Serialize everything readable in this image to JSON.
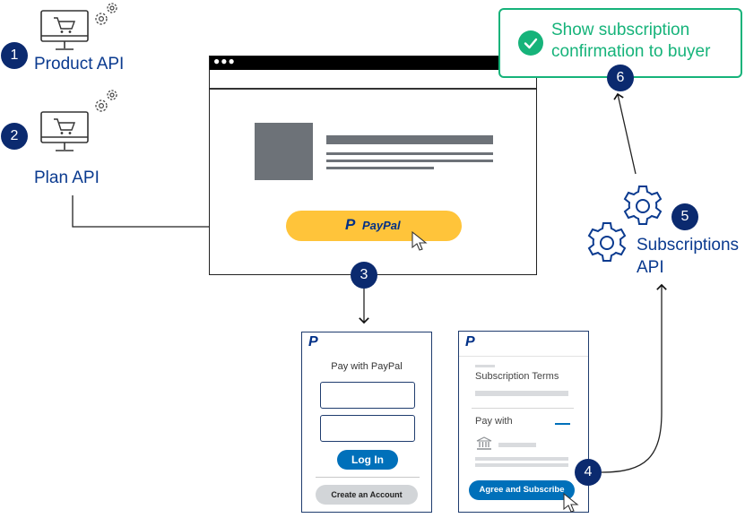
{
  "steps": {
    "s1": "1",
    "s2": "2",
    "s3": "3",
    "s4": "4",
    "s5": "5",
    "s6": "6"
  },
  "labels": {
    "product_api": "Product API",
    "plan_api": "Plan API",
    "subscriptions_line1": "Subscriptions",
    "subscriptions_line2": "API",
    "confirmation_line1": "Show subscription",
    "confirmation_line2": "confirmation to buyer"
  },
  "paypal_button": {
    "brand_mark": "P",
    "brand_text": "PayPal"
  },
  "login_card": {
    "logo": "P",
    "title": "Pay with PayPal",
    "login_label": "Log In",
    "create_account_label": "Create an Account"
  },
  "subscribe_card": {
    "logo": "P",
    "terms_label": "Subscription Terms",
    "pay_with_label": "Pay with",
    "agree_label": "Agree and Subscribe"
  },
  "icons": {
    "computer": "computer-cart-icon",
    "gear": "gear-icon",
    "bank": "bank-icon",
    "check": "checkmark-icon",
    "cursor": "cursor-icon"
  },
  "colors": {
    "navy": "#0b2a6f",
    "label_blue": "#0a3a8f",
    "paypal_yellow": "#ffc43a",
    "paypal_blue": "#0070ba",
    "confirm_green": "#16b37a",
    "placeholder_gray": "#6d7278"
  }
}
